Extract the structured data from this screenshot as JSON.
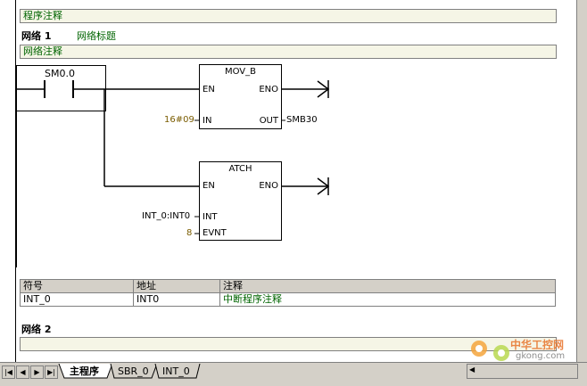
{
  "program_comment": "程序注释",
  "network1": {
    "label": "网络 1",
    "title": "网络标题",
    "comment": "网络注释",
    "contact": "SM0.0",
    "mov_block": {
      "name": "MOV_B",
      "en": "EN",
      "eno": "ENO",
      "in_label": "IN",
      "in_value": "16#09",
      "out_label": "OUT",
      "out_value": "SMB30"
    },
    "atch_block": {
      "name": "ATCH",
      "en": "EN",
      "eno": "ENO",
      "int_label": "INT",
      "int_value": "INT_0:INT0",
      "evnt_label": "EVNT",
      "evnt_value": "8"
    }
  },
  "symbol_table": {
    "headers": [
      "符号",
      "地址",
      "注释"
    ],
    "rows": [
      [
        "INT_0",
        "INT0",
        "中断程序注释"
      ]
    ]
  },
  "network2": {
    "label": "网络 2"
  },
  "tabs": {
    "main": "主程序",
    "sbr": "SBR_0",
    "int": "INT_0"
  },
  "watermark": {
    "text": "中华工控网",
    "domain": "gkong.com"
  },
  "colors": {
    "comment_text": "#006400",
    "constant": "#7a5c00",
    "panel": "#d4d0c8"
  }
}
